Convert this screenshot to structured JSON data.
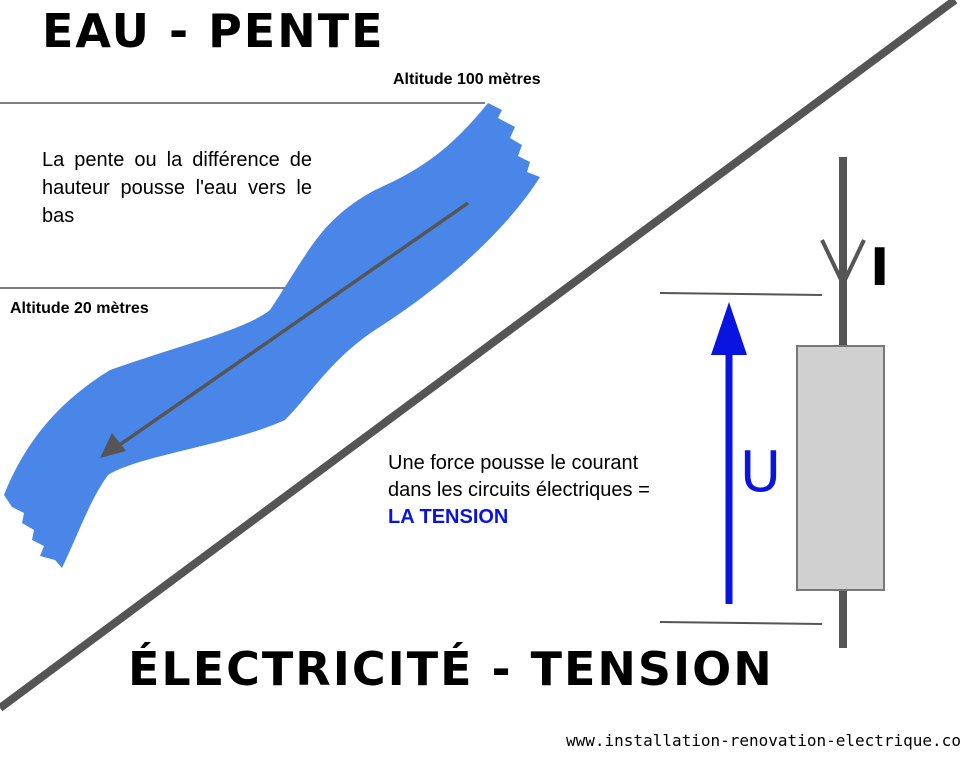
{
  "titles": {
    "water": "EAU - PENTE",
    "electricity": "ÉLECTRICITÉ - TENSION"
  },
  "water": {
    "altitude_high": "Altitude 100 mètres",
    "altitude_low": "Altitude 20 mètres",
    "description": "La pente ou la différence de hauteur pousse l'eau vers le bas"
  },
  "electricity": {
    "description_line1": "Une force pousse le courant",
    "description_line2": "dans les circuits électriques =",
    "emphasis": "LA TENSION",
    "current_symbol": "I",
    "voltage_symbol": "U"
  },
  "footer": {
    "website": "www.installation-renovation-electrique.com"
  },
  "colors": {
    "water": "#4a86e8",
    "voltage": "#0a14e0",
    "line": "#555555",
    "resistor_fill": "#d0d0d0",
    "resistor_stroke": "#777777"
  },
  "icons": {
    "voltage_arrow": "arrow-up",
    "current_arrow": "arrow-down",
    "flow_arrow": "arrow-down-left"
  }
}
